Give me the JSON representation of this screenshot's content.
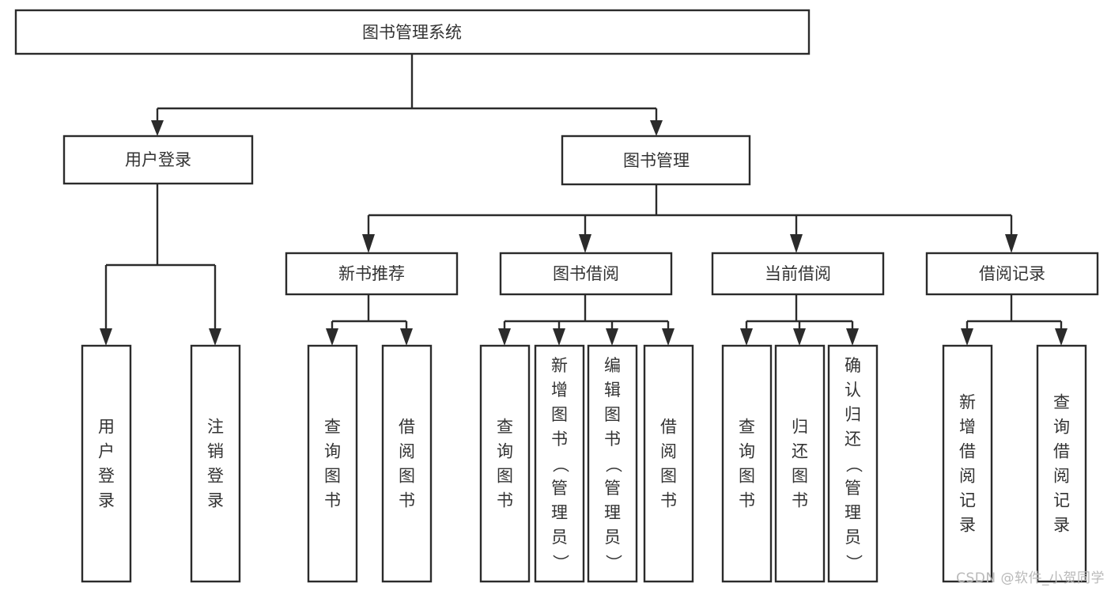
{
  "diagram": {
    "title": "图书管理系统",
    "watermark": "CSDN @软件_小贺同学",
    "colors": {
      "box_stroke": "#2b2b2b",
      "box_fill": "#ffffff",
      "text": "#333333",
      "connector": "#2b2b2b",
      "watermark": "#b9b9b9",
      "background": "#ffffff"
    },
    "root": {
      "id": "root",
      "label": "图书管理系统",
      "orientation": "horizontal"
    },
    "level2": [
      {
        "id": "user-login",
        "label": "用户登录",
        "orientation": "horizontal"
      },
      {
        "id": "book-management",
        "label": "图书管理",
        "orientation": "horizontal"
      }
    ],
    "level3": [
      {
        "id": "new-book-recommend",
        "label": "新书推荐",
        "orientation": "horizontal",
        "parent": "book-management"
      },
      {
        "id": "book-borrow",
        "label": "图书借阅",
        "orientation": "horizontal",
        "parent": "book-management"
      },
      {
        "id": "current-borrow",
        "label": "当前借阅",
        "orientation": "horizontal",
        "parent": "book-management"
      },
      {
        "id": "borrow-record",
        "label": "借阅记录",
        "orientation": "horizontal",
        "parent": "book-management"
      }
    ],
    "leaves": [
      {
        "id": "leaf-user-login",
        "label": "用户登录",
        "orientation": "vertical",
        "parent": "user-login"
      },
      {
        "id": "leaf-logout-login",
        "label": "注销登录",
        "orientation": "vertical",
        "parent": "user-login"
      },
      {
        "id": "leaf-query-book-1",
        "label": "查询图书",
        "orientation": "vertical",
        "parent": "new-book-recommend"
      },
      {
        "id": "leaf-borrow-book-1",
        "label": "借阅图书",
        "orientation": "vertical",
        "parent": "new-book-recommend"
      },
      {
        "id": "leaf-query-book-2",
        "label": "查询图书",
        "orientation": "vertical",
        "parent": "book-borrow"
      },
      {
        "id": "leaf-add-book",
        "label": "新增图书（管理员）",
        "orientation": "vertical",
        "parent": "book-borrow"
      },
      {
        "id": "leaf-edit-book",
        "label": "编辑图书（管理员）",
        "orientation": "vertical",
        "parent": "book-borrow"
      },
      {
        "id": "leaf-borrow-book-2",
        "label": "借阅图书",
        "orientation": "vertical",
        "parent": "book-borrow"
      },
      {
        "id": "leaf-query-book-3",
        "label": "查询图书",
        "orientation": "vertical",
        "parent": "current-borrow"
      },
      {
        "id": "leaf-return-book",
        "label": "归还图书",
        "orientation": "vertical",
        "parent": "current-borrow"
      },
      {
        "id": "leaf-confirm-return",
        "label": "确认归还（管理员）",
        "orientation": "vertical",
        "parent": "current-borrow"
      },
      {
        "id": "leaf-add-record",
        "label": "新增借阅记录",
        "orientation": "vertical",
        "parent": "borrow-record"
      },
      {
        "id": "leaf-query-record",
        "label": "查询借阅记录",
        "orientation": "vertical",
        "parent": "borrow-record"
      }
    ]
  }
}
